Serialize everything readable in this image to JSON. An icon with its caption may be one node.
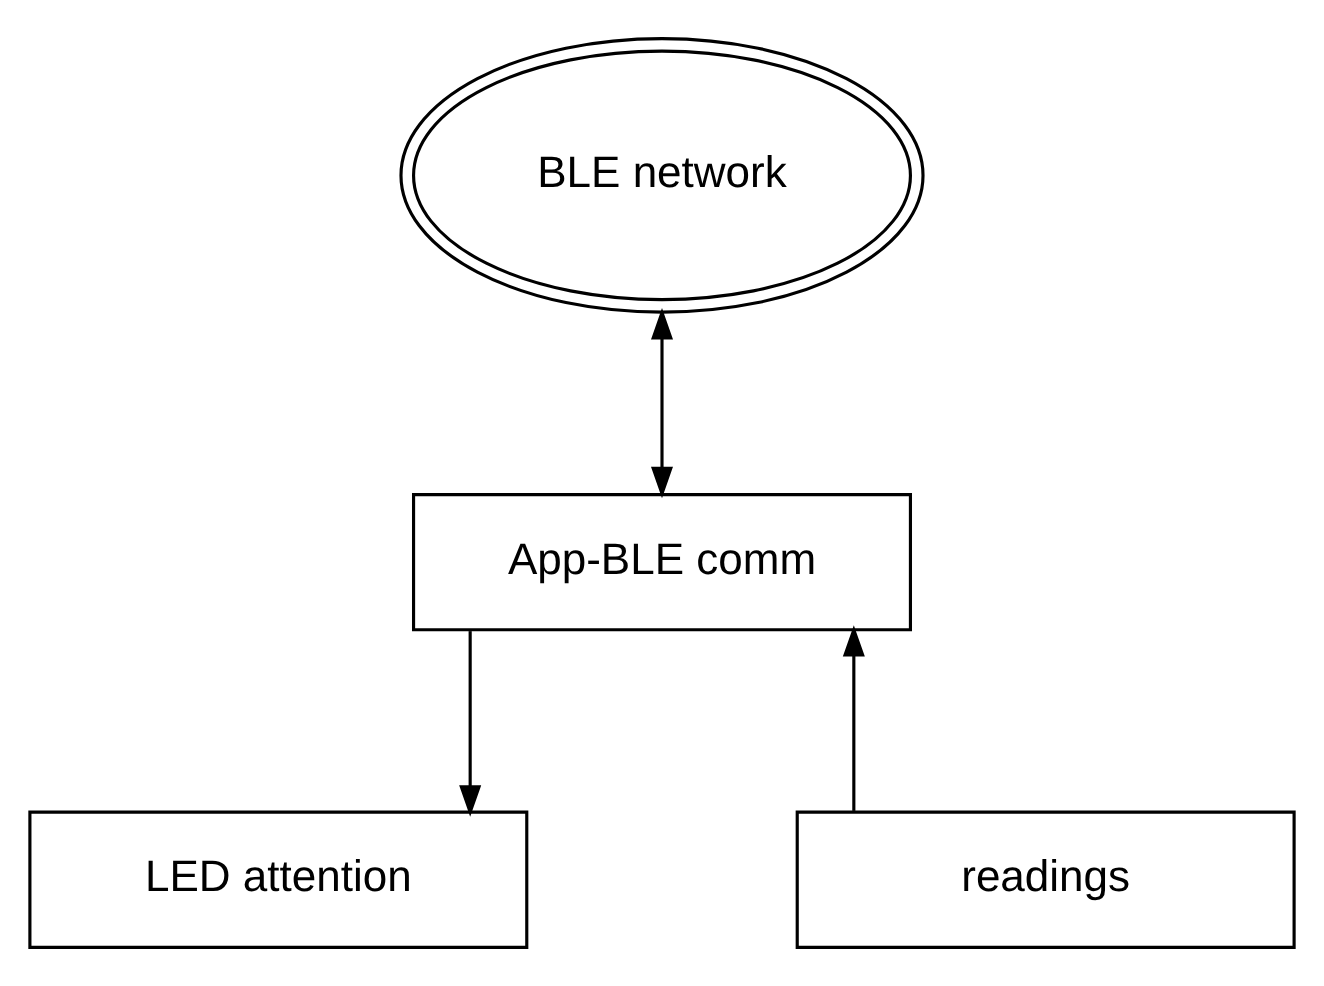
{
  "diagram": {
    "nodes": [
      {
        "text": [
          "BLE network"
        ]
      },
      {
        "text": [
          "App-BLE comm"
        ]
      },
      {
        "text": [
          "LED attention"
        ]
      },
      {
        "text": [
          "readings"
        ]
      }
    ],
    "edges": [
      {
        "from": 0,
        "to": 1,
        "arrow": "both"
      },
      {
        "from": 1,
        "to": 2,
        "arrow": "to"
      },
      {
        "from": 3,
        "to": 1,
        "arrow": "to"
      }
    ]
  }
}
